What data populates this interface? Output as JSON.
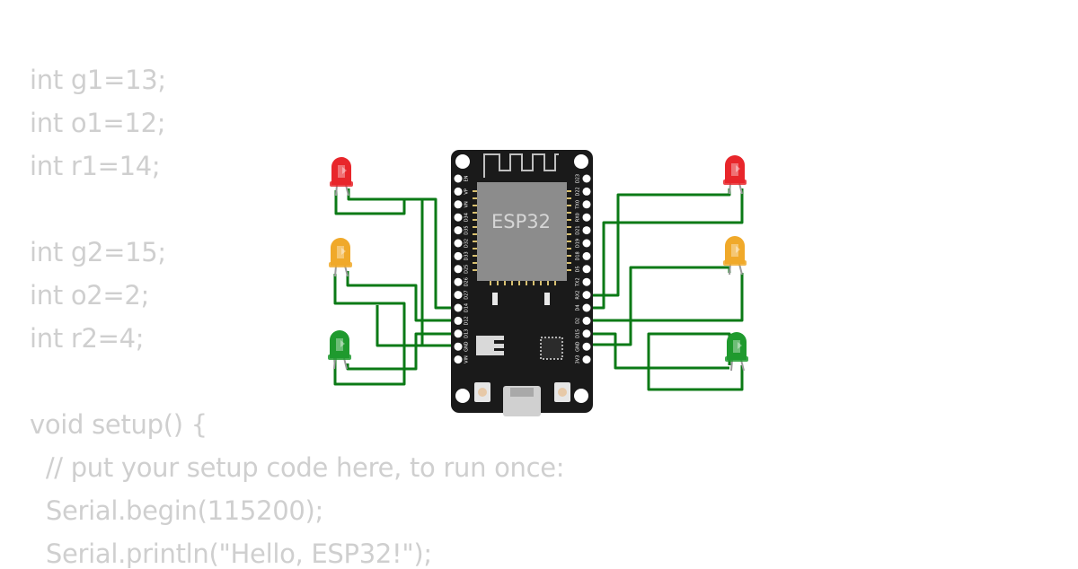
{
  "code_lines": [
    "int g1=13;",
    "int o1=12;",
    "int r1=14;",
    "",
    "int g2=15;",
    "int o2=2;",
    "int r2=4;",
    "",
    "void setup() {",
    "  // put your setup code here, to run once:",
    "  Serial.begin(115200);",
    "  Serial.println(\"Hello, ESP32!\");"
  ],
  "board": {
    "chip_label": "ESP32",
    "left_pins": [
      "EN",
      "VP",
      "VN",
      "D34",
      "D35",
      "D32",
      "D33",
      "D25",
      "D26",
      "D27",
      "D14",
      "D12",
      "D13",
      "GND",
      "VIN"
    ],
    "right_pins": [
      "D23",
      "D22",
      "TX0",
      "RX0",
      "D21",
      "D19",
      "D18",
      "D5",
      "TX2",
      "RX2",
      "D4",
      "D2",
      "D15",
      "GND",
      "3V3"
    ]
  },
  "leds": [
    {
      "id": "red-left",
      "color": "#e8262b",
      "side": "left"
    },
    {
      "id": "orange-left",
      "color": "#f0a92a",
      "side": "left"
    },
    {
      "id": "green-left",
      "color": "#1f9a2e",
      "side": "left"
    },
    {
      "id": "red-right",
      "color": "#e8262b",
      "side": "right"
    },
    {
      "id": "orange-right",
      "color": "#f0a92a",
      "side": "right"
    },
    {
      "id": "green-right",
      "color": "#1f9a2e",
      "side": "right"
    }
  ],
  "colors": {
    "wire": "#0b7a16",
    "board": "#1a1a1a",
    "chip": "#8c8c8c",
    "code_text": "#cfcfcf"
  }
}
